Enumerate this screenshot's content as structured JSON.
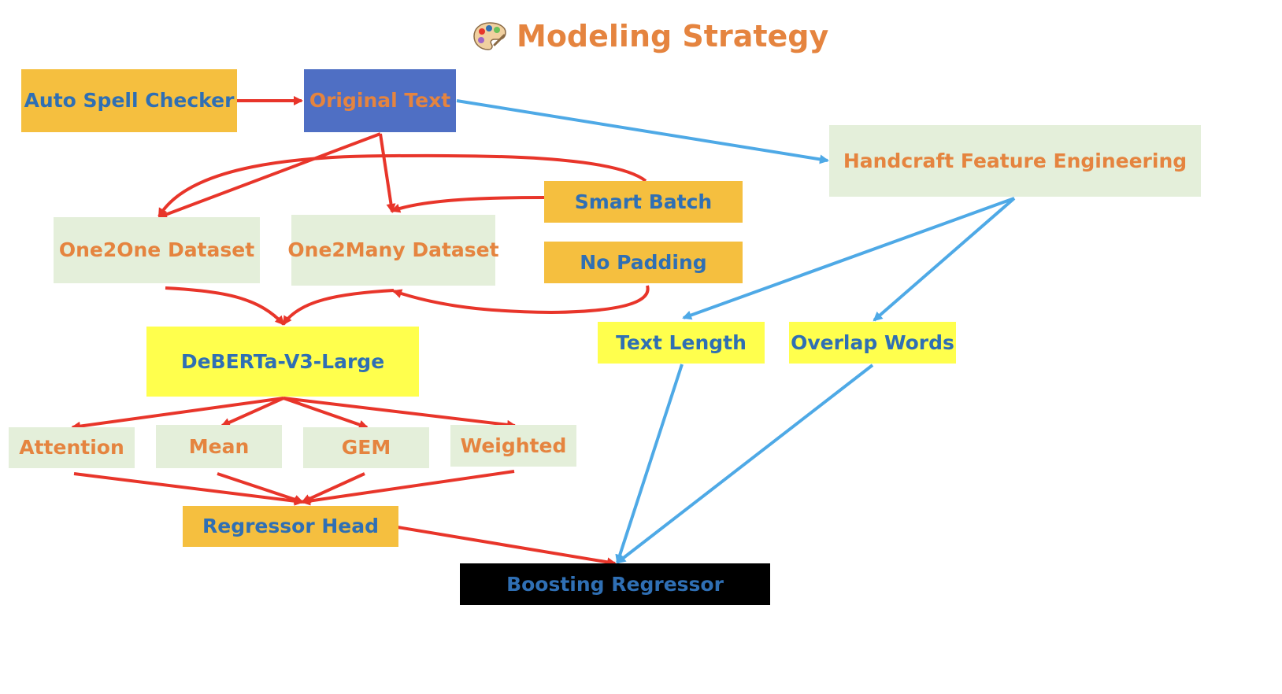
{
  "title": {
    "icon": "palette-icon",
    "text": "Modeling Strategy"
  },
  "nodes": {
    "auto_spell_checker": "Auto Spell Checker",
    "original_text": "Original Text",
    "handcraft_feature_engineering": "Handcraft Feature Engineering",
    "smart_batch": "Smart Batch",
    "no_padding": "No Padding",
    "one2one_dataset": "One2One Dataset",
    "one2many_dataset": "One2Many Dataset",
    "deberta": "DeBERTa-V3-Large",
    "text_length": "Text Length",
    "overlap_words": "Overlap Words",
    "attention": "Attention",
    "mean": "Mean",
    "gem": "GEM",
    "weighted": "Weighted",
    "regressor_head": "Regressor Head",
    "boosting_regressor": "Boosting Regressor"
  },
  "colors": {
    "title": "#e5843f",
    "red_arrow": "#e8352a",
    "blue_arrow": "#4ea9e6",
    "orange_box": "#f5bf3f",
    "blue_box": "#4f6fc4",
    "mint_box": "#e4efda",
    "yellow_box": "#ffff4d",
    "black_box": "#000000",
    "blue_text": "#2f6fb4",
    "orange_text": "#e5843f"
  }
}
